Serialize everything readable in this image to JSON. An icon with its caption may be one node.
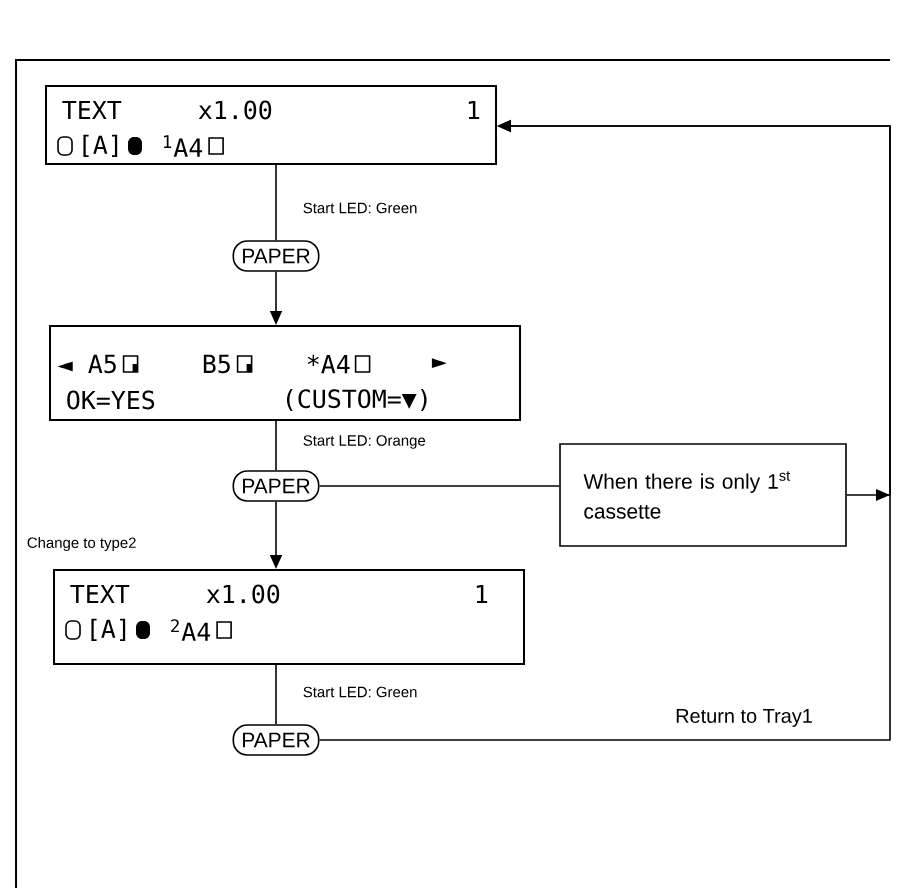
{
  "diagram": {
    "nodes": [
      {
        "text": [
          "TEXT",
          "x1.00",
          "1",
          "[A]",
          "$^{1}$A4"
        ]
      },
      {
        "text": [
          "PAPER"
        ]
      },
      {
        "text": [
          "◄ A5",
          "B5",
          "*A4",
          "►",
          "OK=YES",
          "(CUSTOM=▼)"
        ]
      },
      {
        "text": [
          "PAPER"
        ]
      },
      {
        "text": [
          "When there is only 1$^{st}$ cassette"
        ]
      },
      {
        "text": [
          "TEXT",
          "x1.00",
          "1",
          "[A]",
          "$^{2}$A4"
        ],
        "beside": [
          "Change to type2"
        ]
      },
      {
        "text": [
          "PAPER"
        ]
      }
    ],
    "labels": [
      "Start LED: Green",
      "Start LED: Orange",
      "Start LED: Green"
    ],
    "edges": [
      {
        "from": 0,
        "to": 1,
        "arrow": "none"
      },
      {
        "from": 1,
        "to": 2,
        "arrow": "to"
      },
      {
        "from": 2,
        "to": 3,
        "arrow": "none"
      },
      {
        "from": 3,
        "to": 4,
        "arrow": "none"
      },
      {
        "from": 4,
        "to": 0,
        "arrow": "to"
      },
      {
        "from": 3,
        "to": 5,
        "arrow": "to"
      },
      {
        "from": 5,
        "to": 6,
        "arrow": "none"
      },
      {
        "from": 6,
        "to": 0,
        "arrow": "to",
        "label": "Return to Tray1"
      }
    ]
  }
}
